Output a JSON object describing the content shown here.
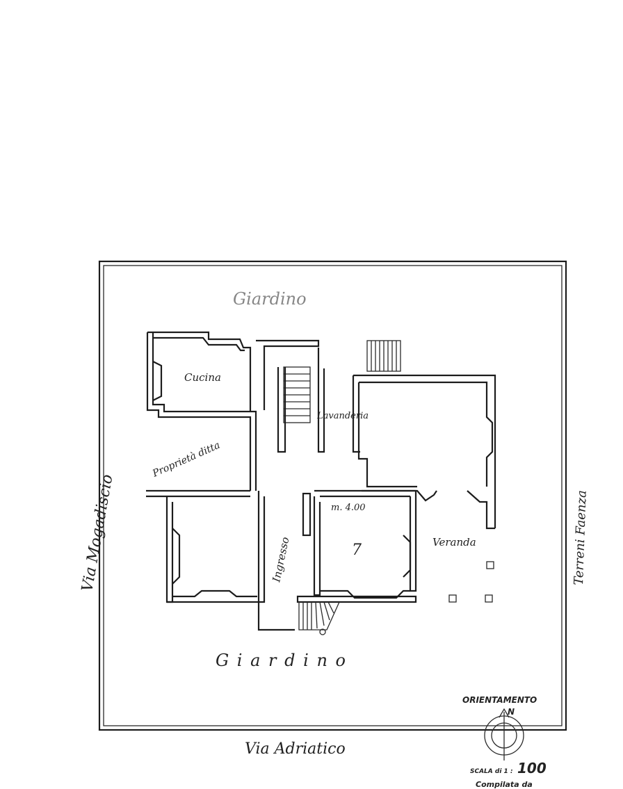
{
  "plan": {
    "streets": {
      "north_garden": "Giardino",
      "south": "Via Adriatico",
      "west": "Via Mogadiscio",
      "east": "Terreni Faenza"
    },
    "garden_label": "G i a r d i n o",
    "neighbor_label": "Proprietà ditta",
    "rooms": {
      "kitchen": "Cucina",
      "laundry": "Lavanderia",
      "hall": "Ingresso",
      "veranda": "Veranda",
      "dimension": "m. 4.00",
      "room_number_a": "7"
    },
    "legend": {
      "orientation": "ORIENTAMENTO",
      "north": "N",
      "scale_prefix": "SCALA di 1 :",
      "scale_value": "100",
      "compiled_by": "Compilata da"
    }
  }
}
